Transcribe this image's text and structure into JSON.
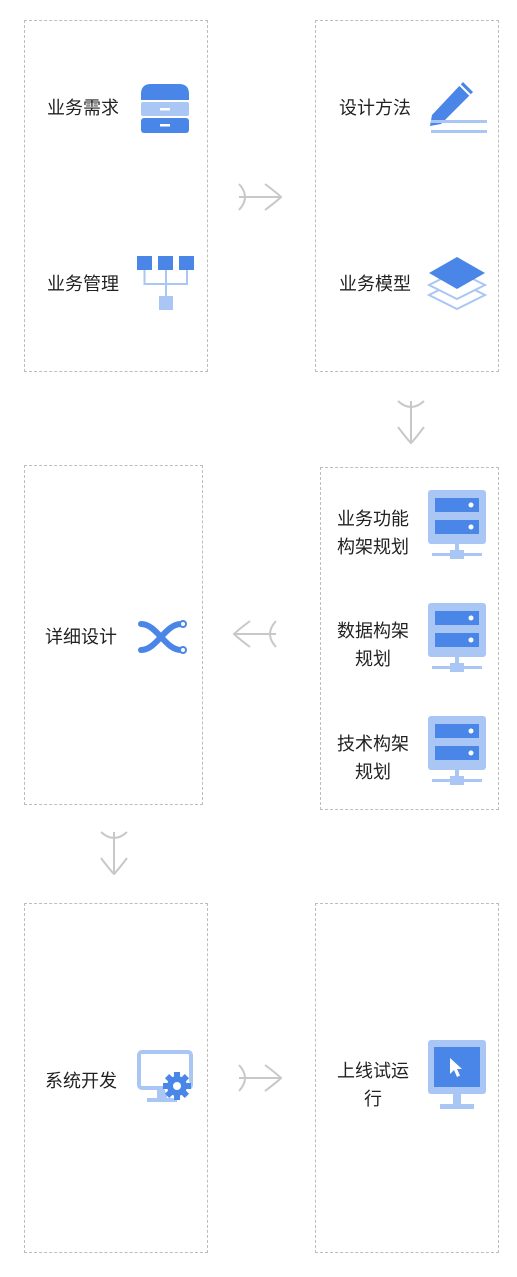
{
  "steps": {
    "req": {
      "label": "业务需求"
    },
    "mgmt": {
      "label": "业务管理"
    },
    "method": {
      "label": "设计方法"
    },
    "model": {
      "label": "业务模型"
    },
    "func": {
      "label": "业务功能\n构架规划"
    },
    "data": {
      "label": "数据构架\n规划"
    },
    "tech": {
      "label": "技术构架\n规划"
    },
    "detail": {
      "label": "详细设计"
    },
    "dev": {
      "label": "系统开发"
    },
    "trial": {
      "label": "上线试运\n行"
    }
  },
  "colors": {
    "primary": "#4a86e8",
    "light": "#a9c6f5",
    "border": "#bdbdbd",
    "arrow": "#c8c8c8"
  }
}
